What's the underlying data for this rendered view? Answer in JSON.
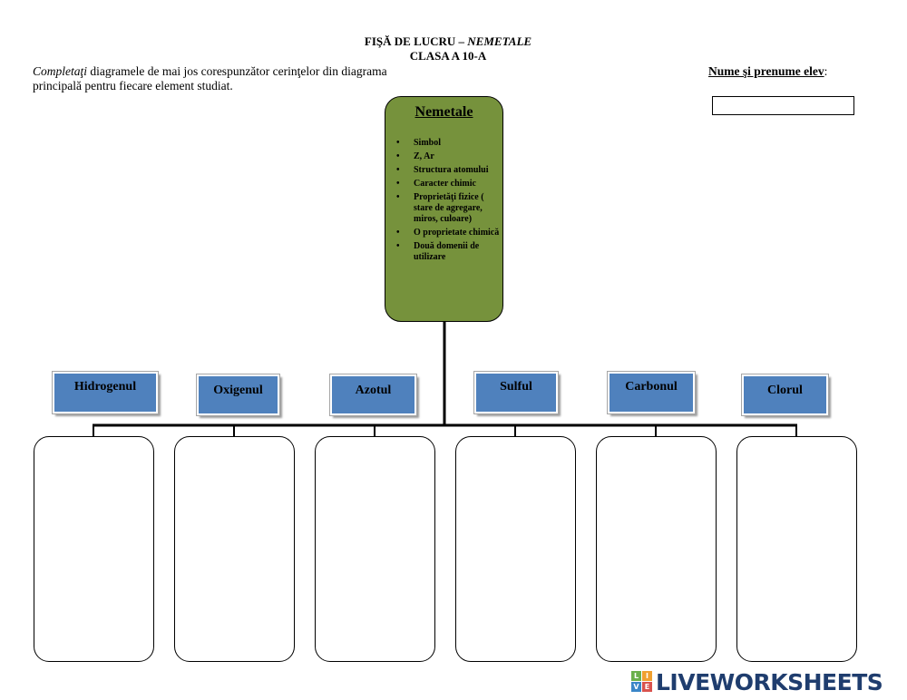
{
  "header": {
    "title_plain": "FIŞĂ DE LUCRU – ",
    "title_italic": "NEMETALE",
    "subtitle": "CLASA A 10-A"
  },
  "instructions": {
    "italic_part": "Completaţi",
    "text_part": " diagramele de mai jos corespunzător cerinţelor din diagrama principală pentru fiecare element studiat."
  },
  "student_name": {
    "label": "Nume şi prenume elev",
    "suffix": ":",
    "value": ""
  },
  "main_diagram": {
    "title": "Nemetale",
    "items": [
      "Simbol",
      "Z, Ar",
      "Structura atomului",
      "Caracter chimic",
      "Proprietăţi fizice ( stare de agregare, miros, culoare)",
      "O proprietate chimică",
      "Două domenii de utilizare"
    ]
  },
  "elements": [
    {
      "label": "Hidrogenul"
    },
    {
      "label": "Oxigenul"
    },
    {
      "label": "Azotul"
    },
    {
      "label": "Sulful"
    },
    {
      "label": "Carbonul"
    },
    {
      "label": "Clorul"
    }
  ],
  "colors": {
    "main_box": "#76923c",
    "label_box": "#4f81bd",
    "brand": "#1f3d6e"
  },
  "branding": {
    "logo_letters": [
      "L",
      "I",
      "V",
      "E"
    ],
    "text": "LIVEWORKSHEETS"
  }
}
